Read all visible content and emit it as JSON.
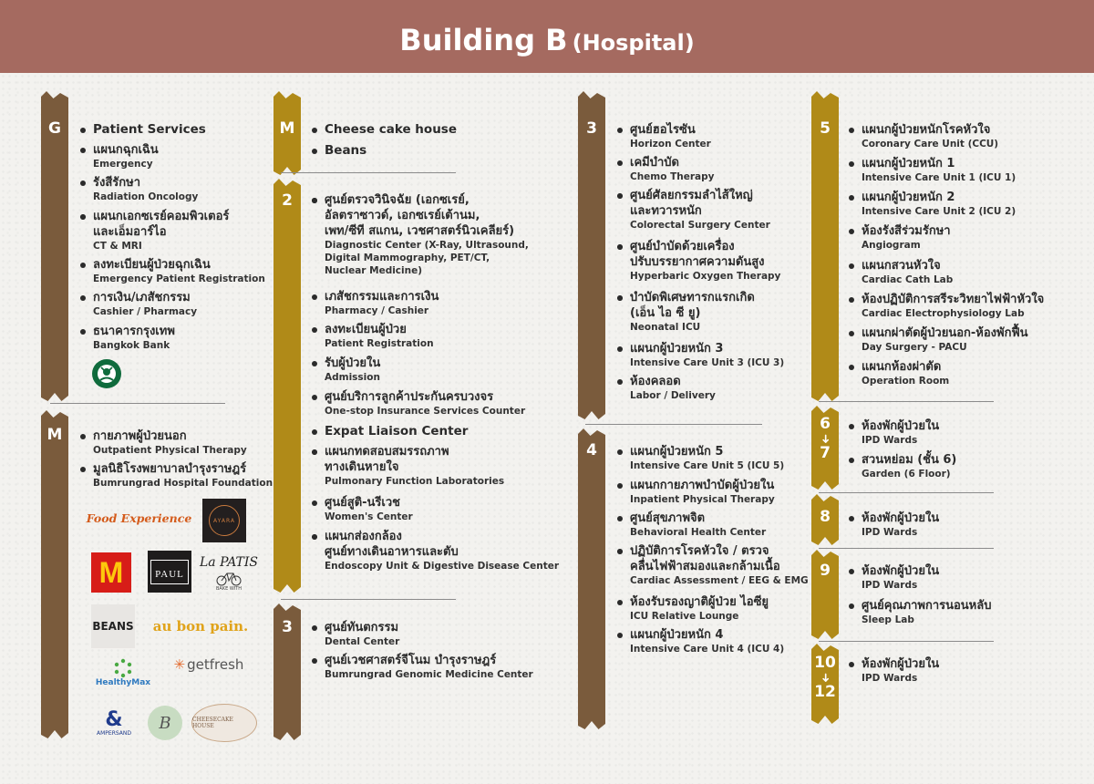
{
  "header": {
    "title": "Building B",
    "subtitle": "(Hospital)"
  },
  "columns": [
    {
      "floors": [
        {
          "label": "G",
          "items": [
            {
              "th": "Patient Services",
              "en": ""
            },
            {
              "th": "แผนกฉุกเฉิน",
              "en": "Emergency"
            },
            {
              "th": "รังสีรักษา",
              "en": "Radiation Oncology"
            },
            {
              "th": "แผนกเอกซเรย์คอมพิวเตอร์",
              "th2": "และเอ็มอาร์ไอ",
              "en": "CT & MRI"
            },
            {
              "th": "ลงทะเบียนผู้ป่วยฉุกเฉิน",
              "en": "Emergency Patient Registration"
            },
            {
              "th": "การเงิน/เภสัชกรรม",
              "en": "Cashier / Pharmacy"
            },
            {
              "th": "ธนาคารกรุงเทพ",
              "en": "Bangkok Bank"
            }
          ]
        },
        {
          "label": "M",
          "items": [
            {
              "th": "กายภาพผู้ป่วยนอก",
              "en": "Outpatient Physical Therapy"
            },
            {
              "th": "มูลนิธิโรงพยาบาลบำรุงราษฎร์",
              "en": "Bumrungrad Hospital Foundation"
            }
          ]
        }
      ],
      "logos": [
        {
          "name": "Food Experience"
        },
        {
          "name": "AYARA"
        },
        {
          "name": "M"
        },
        {
          "name": "PAUL"
        },
        {
          "name": "La PATIS",
          "tag": "BAKE WITH"
        },
        {
          "name": "BEANS"
        },
        {
          "name": "au bon pain."
        },
        {
          "name": "HealthyMax"
        },
        {
          "name": "getfresh"
        },
        {
          "name": "AMPERSAND"
        },
        {
          "name": "B"
        },
        {
          "name": "CHEESECAKE HOUSE"
        }
      ]
    },
    {
      "floors": [
        {
          "label": "M",
          "items": [
            {
              "th": "Cheese cake house",
              "en": ""
            },
            {
              "th": "Beans",
              "en": ""
            }
          ]
        },
        {
          "label": "2",
          "items": [
            {
              "th": "ศูนย์ตรวจวินิจฉัย (เอกซเรย์,",
              "th2": "อัลตราซาวด์, เอกซเรย์เต้านม,",
              "th3": "เพท/ซีที สแกน, เวชศาสตร์นิวเคลียร์)",
              "en": "Diagnostic Center (X-Ray, Ultrasound,",
              "en2": "Digital Mammography, PET/CT,",
              "en3": "Nuclear Medicine)"
            },
            {
              "th": "เภสัชกรรมและการเงิน",
              "en": "Pharmacy / Cashier"
            },
            {
              "th": "ลงทะเบียนผู้ป่วย",
              "en": "Patient Registration"
            },
            {
              "th": "รับผู้ป่วยใน",
              "en": "Admission"
            },
            {
              "th": "ศูนย์บริการลูกค้าประกันครบวงจร",
              "en": "One-stop Insurance Services Counter"
            },
            {
              "th": "Expat Liaison Center",
              "en": ""
            },
            {
              "th": "แผนกทดสอบสมรรถภาพ",
              "th2": "ทางเดินหายใจ",
              "en": "Pulmonary Function Laboratories"
            },
            {
              "th": "ศูนย์สูติ-นรีเวช",
              "en": "Women's Center"
            },
            {
              "th": "แผนกส่องกล้อง",
              "th2": "ศูนย์ทางเดินอาหารและตับ",
              "en": "Endoscopy Unit & Digestive Disease Center"
            }
          ]
        },
        {
          "label": "3",
          "items": [
            {
              "th": "ศูนย์ทันตกรรม",
              "en": "Dental Center"
            },
            {
              "th": "ศูนย์เวชศาสตร์จีโนม บำรุงราษฎร์",
              "en": "Bumrungrad Genomic Medicine Center"
            }
          ]
        }
      ]
    },
    {
      "floors": [
        {
          "label": "3",
          "items": [
            {
              "th": "ศูนย์ฮอไรซัน",
              "en": "Horizon Center"
            },
            {
              "th": "เคมีบำบัด",
              "en": "Chemo Therapy"
            },
            {
              "th": "ศูนย์ศัลยกรรมลำไส้ใหญ่",
              "th2": "และทวารหนัก",
              "en": "Colorectal Surgery Center"
            },
            {
              "th": "ศูนย์บำบัดด้วยเครื่อง",
              "th2": "ปรับบรรยากาศความดันสูง",
              "en": "Hyperbaric Oxygen Therapy"
            },
            {
              "th": "บำบัดพิเศษทารกแรกเกิด",
              "th2": "(เอ็น ไอ ซี ยู)",
              "en": "Neonatal ICU"
            },
            {
              "th": "แผนกผู้ป่วยหนัก 3",
              "en": "Intensive Care Unit 3 (ICU 3)"
            },
            {
              "th": "ห้องคลอด",
              "en": "Labor / Delivery"
            }
          ]
        },
        {
          "label": "4",
          "items": [
            {
              "th": "แผนกผู้ป่วยหนัก 5",
              "en": "Intensive Care Unit 5 (ICU 5)"
            },
            {
              "th": "แผนกกายภาพบำบัดผู้ป่วยใน",
              "en": "Inpatient Physical Therapy"
            },
            {
              "th": "ศูนย์สุขภาพจิต",
              "en": "Behavioral Health Center"
            },
            {
              "th": "ปฏิบัติการโรคหัวใจ / ตรวจ",
              "th2": "คลื่นไฟฟ้าสมองและกล้ามเนื้อ",
              "en": "Cardiac Assessment / EEG & EMG"
            },
            {
              "th": "ห้องรับรองญาติผู้ป่วย ไอซียู",
              "en": "ICU Relative Lounge"
            },
            {
              "th": "แผนกผู้ป่วยหนัก 4",
              "en": "Intensive Care Unit 4 (ICU 4)"
            }
          ]
        }
      ]
    },
    {
      "floors": [
        {
          "label": "5",
          "items": [
            {
              "th": "แผนกผู้ป่วยหนักโรคหัวใจ",
              "en": "Coronary Care Unit (CCU)"
            },
            {
              "th": "แผนกผู้ป่วยหนัก 1",
              "en": "Intensive Care Unit 1 (ICU 1)"
            },
            {
              "th": "แผนกผู้ป่วยหนัก 2",
              "en": "Intensive Care Unit 2 (ICU 2)"
            },
            {
              "th": "ห้องรังสีร่วมรักษา",
              "en": "Angiogram"
            },
            {
              "th": "แผนกสวนหัวใจ",
              "en": "Cardiac Cath Lab"
            },
            {
              "th": "ห้องปฏิบัติการสรีระวิทยาไฟฟ้าหัวใจ",
              "en": "Cardiac Electrophysiology Lab"
            },
            {
              "th": "แผนกผ่าตัดผู้ป่วยนอก-ห้องพักฟื้น",
              "en": "Day Surgery - PACU"
            },
            {
              "th": "แผนกห้องผ่าตัด",
              "en": "Operation Room"
            }
          ]
        },
        {
          "label_top": "6",
          "arrow": "➜",
          "label_bottom": "7",
          "items": [
            {
              "th": "ห้องพักผู้ป่วยใน",
              "en": "IPD Wards"
            },
            {
              "th": "สวนหย่อม (ชั้น 6)",
              "en": "Garden  (6 Floor)"
            }
          ]
        },
        {
          "label": "8",
          "items": [
            {
              "th": "ห้องพักผู้ป่วยใน",
              "en": "IPD Wards"
            }
          ]
        },
        {
          "label": "9",
          "items": [
            {
              "th": "ห้องพักผู้ป่วยใน",
              "en": "IPD Wards"
            },
            {
              "th": "ศูนย์คุณภาพการนอนหลับ",
              "en": "Sleep Lab"
            }
          ]
        },
        {
          "label_top": "10",
          "arrow": "➜",
          "label_bottom": "12",
          "items": [
            {
              "th": "ห้องพักผู้ป่วยใน",
              "en": "IPD Wards"
            }
          ]
        }
      ]
    }
  ]
}
